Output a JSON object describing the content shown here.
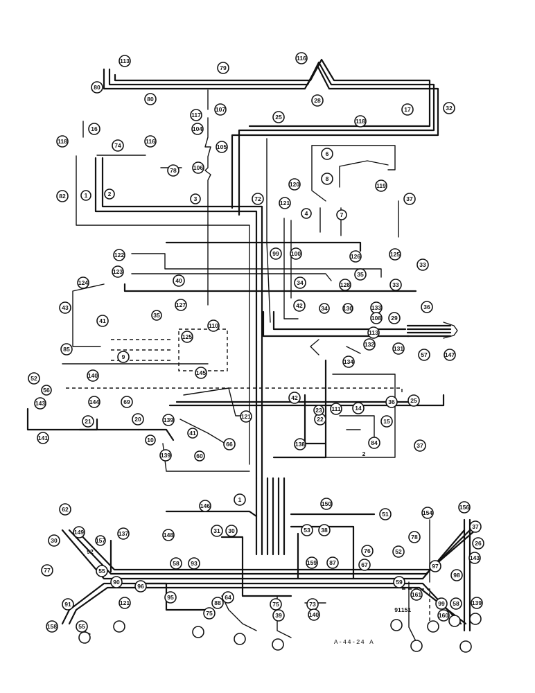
{
  "drawing_number": "A-44-24 A",
  "callouts": [
    "113",
    "80",
    "79",
    "80",
    "116",
    "28",
    "117",
    "107",
    "25",
    "118",
    "17",
    "32",
    "16",
    "118",
    "74",
    "116",
    "104",
    "105",
    "106",
    "78",
    "6",
    "8",
    "119",
    "37",
    "82",
    "1",
    "2",
    "3",
    "72",
    "120",
    "4",
    "7",
    "121",
    "122",
    "99",
    "100",
    "126",
    "125",
    "123",
    "35",
    "124",
    "43",
    "40",
    "127",
    "128",
    "33",
    "36",
    "33",
    "34",
    "34",
    "130",
    "133",
    "108",
    "29",
    "42",
    "41",
    "35",
    "113",
    "110",
    "132",
    "134",
    "131",
    "57",
    "147",
    "85",
    "125",
    "9",
    "145",
    "52",
    "140",
    "56",
    "143",
    "144",
    "141",
    "42",
    "25",
    "138",
    "14",
    "21",
    "20",
    "69",
    "22",
    "139",
    "10",
    "15",
    "111",
    "23",
    "36",
    "139",
    "121",
    "66",
    "84",
    "37",
    "60",
    "2",
    "41",
    "1",
    "150",
    "62",
    "146",
    "51",
    "154",
    "156",
    "157",
    "137",
    "148",
    "149",
    "31",
    "30",
    "53",
    "38",
    "30",
    "37",
    "76",
    "77",
    "26",
    "143",
    "78",
    "92",
    "55",
    "58",
    "93",
    "159",
    "87",
    "52",
    "67",
    "97",
    "98",
    "59",
    "91",
    "90",
    "96",
    "121",
    "95",
    "64",
    "75",
    "88",
    "75",
    "73",
    "99",
    "58",
    "161",
    "139",
    "140",
    "39",
    "91",
    "160",
    "151",
    "158",
    "55"
  ]
}
